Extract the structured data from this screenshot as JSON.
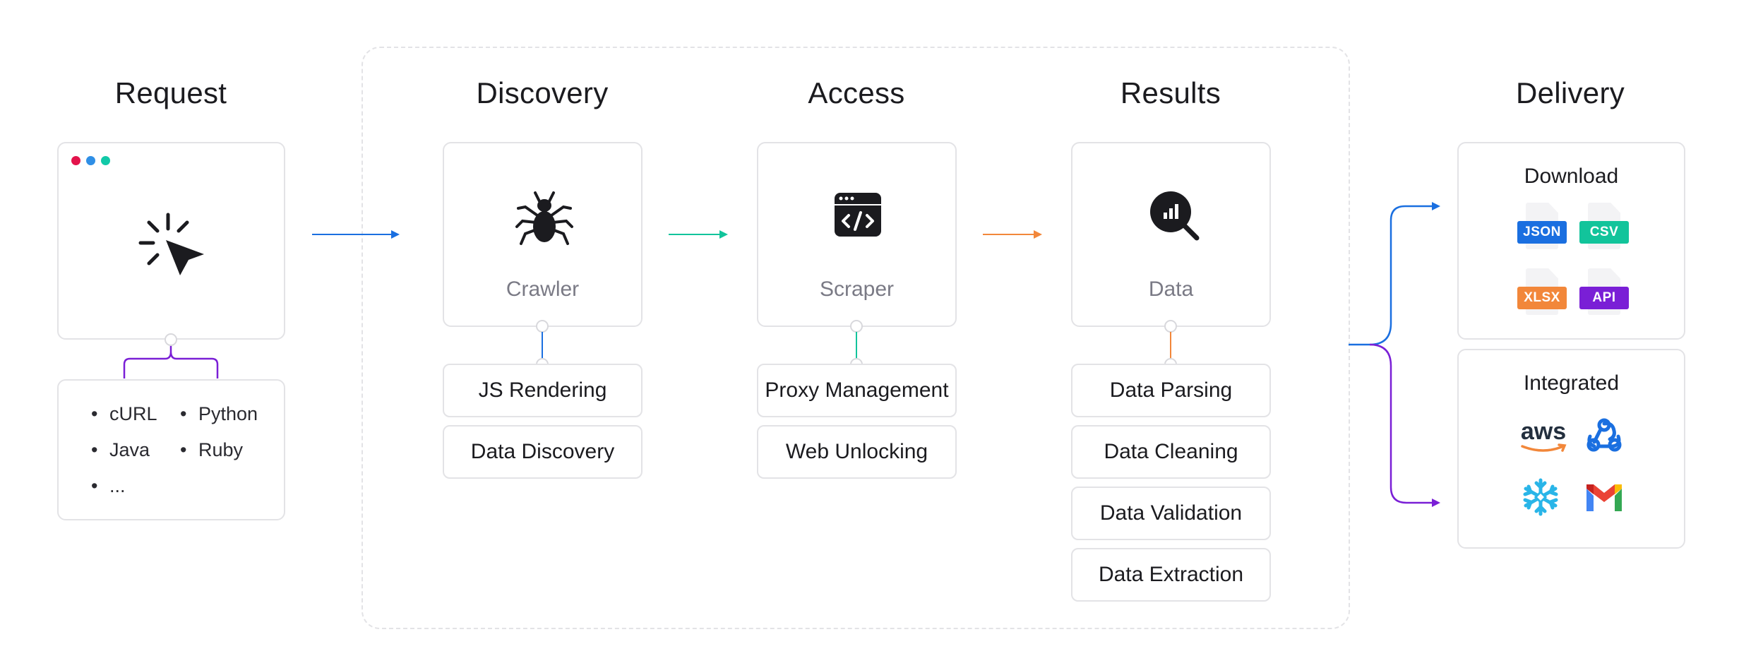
{
  "titles": {
    "request": "Request",
    "discovery": "Discovery",
    "access": "Access",
    "results": "Results",
    "delivery": "Delivery"
  },
  "stages": {
    "discovery": {
      "label": "Crawler",
      "items": [
        "JS Rendering",
        "Data Discovery"
      ]
    },
    "access": {
      "label": "Scraper",
      "items": [
        "Proxy Management",
        "Web Unlocking"
      ]
    },
    "results": {
      "label": "Data",
      "items": [
        "Data Parsing",
        "Data Cleaning",
        "Data Validation",
        "Data Extraction"
      ]
    }
  },
  "request": {
    "languages": [
      "cURL",
      "Python",
      "Java",
      "Ruby",
      "..."
    ]
  },
  "delivery": {
    "download": {
      "title": "Download",
      "formats": [
        {
          "label": "JSON",
          "color": "#1a6fe0"
        },
        {
          "label": "CSV",
          "color": "#12c49b"
        },
        {
          "label": "XLSX",
          "color": "#f2873a"
        },
        {
          "label": "API",
          "color": "#7a1fd6"
        }
      ]
    },
    "integrated": {
      "title": "Integrated",
      "aws_label": "aws",
      "services": [
        "aws-logo",
        "webhook-icon",
        "snowflake-icon",
        "gmail-icon"
      ]
    }
  },
  "colors": {
    "blue": "#1a6fe0",
    "teal": "#12c49b",
    "orange": "#f2873a",
    "purple": "#7a1fd6",
    "border": "#e3e3e6"
  }
}
